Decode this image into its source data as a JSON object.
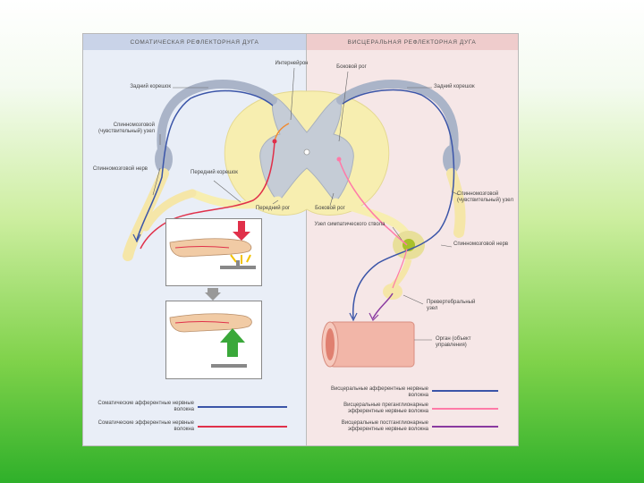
{
  "header": {
    "left": "СОМАТИЧЕСКАЯ РЕФЛЕКТОРНАЯ ДУГА",
    "right": "ВИСЦЕРАЛЬНАЯ РЕФЛЕКТОРНАЯ ДУГА"
  },
  "labels": {
    "interneuron": "Интернейрон",
    "lateral_horn": "Боковой рог",
    "dorsal_root_left": "Задний корешок",
    "dorsal_root_right": "Задний корешок",
    "spinal_ganglion": "Спинномозговой (чувствительный) узел",
    "spinal_nerve_left": "Спинномозговой нерв",
    "ventral_root_left": "Передний корешок",
    "anterior_horn": "Передний рог",
    "lateral_horn_bottom": "Боковой рог",
    "spinal_ganglion_right": "Спинномозговой (чувствительный) узел",
    "sympathetic_trunk_node": "Узел симпатического ствола",
    "spinal_nerve_right": "Спинномозговой нерв",
    "prevertebral_node": "Превертебральный узел",
    "organ": "Орган (объект управления)"
  },
  "legend": {
    "somatic_afferent": "Соматические афферентные нервные волокна",
    "somatic_efferent": "Соматические эфферентные нервные волокна",
    "visceral_afferent": "Висцеральные афферентные нервные волокна",
    "visceral_preganglionic": "Висцеральные преганглионарные эфферентные нервные волокна",
    "visceral_postganglionic": "Висцеральные постганглионарные эфферентные нервные волокна"
  },
  "colors": {
    "afferent": "#3b55a8",
    "efferent": "#e0304a",
    "preganglionic": "#ff7aa8",
    "postganglionic": "#8a3aa0",
    "gray_matter": "#c5ccd6",
    "white_matter": "#f7eeb0",
    "nerve": "#aab4c8"
  }
}
